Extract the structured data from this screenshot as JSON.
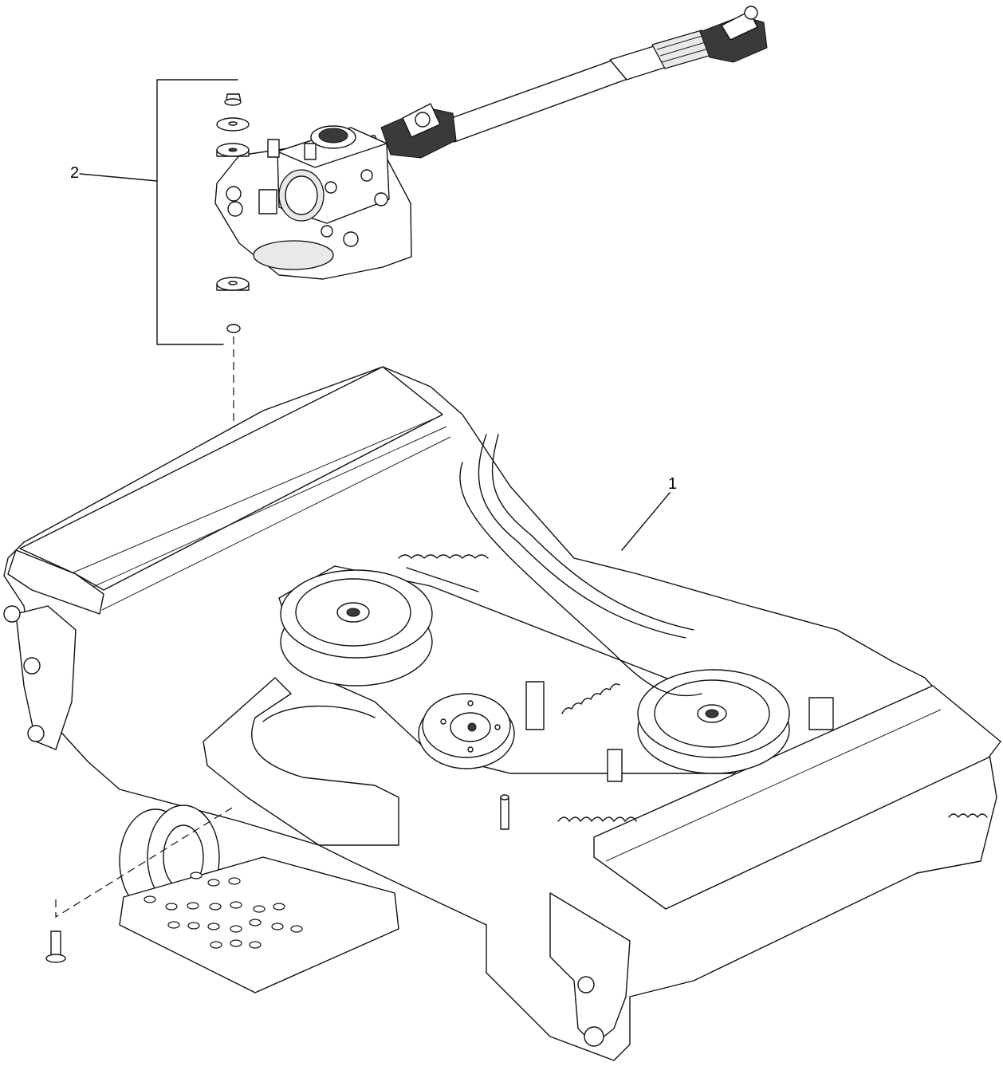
{
  "callouts": [
    {
      "id": "1",
      "label": "1"
    },
    {
      "id": "2",
      "label": "2"
    }
  ],
  "colors": {
    "line": "#111111",
    "fill": "#ffffff",
    "shade": "#e9e9e9",
    "dark": "#3a3a3a"
  }
}
